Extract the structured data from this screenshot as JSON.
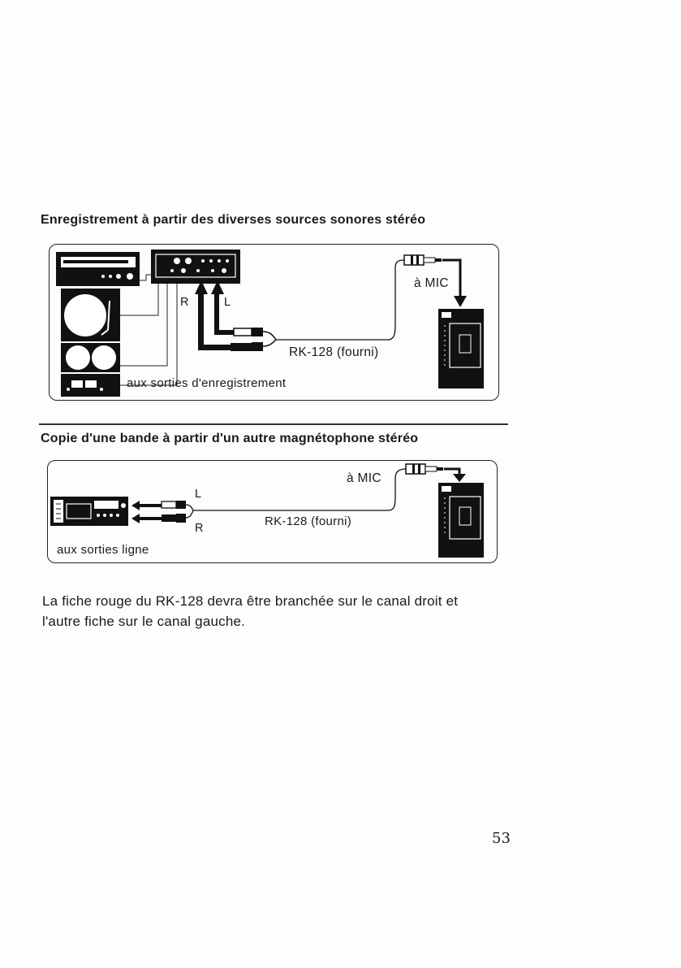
{
  "section1": {
    "title": "Enregistrement à partir des diverses sources sonores stéréo",
    "label_r": "R",
    "label_l": "L",
    "label_mic": "à MIC",
    "label_cable": "RK-128 (fourni)",
    "label_outputs": "aux sorties d'enregistrement"
  },
  "section2": {
    "title": "Copie d'une bande à partir d'un autre magnétophone stéréo",
    "label_mic": "à MIC",
    "label_l": "L",
    "label_r": "R",
    "label_cable": "RK-128 (fourni)",
    "label_outputs": "aux sorties ligne"
  },
  "body": {
    "line1": "La fiche rouge du RK-128 devra être branchée sur le canal droit et",
    "line2": "l'autre fiche sur le canal gauche."
  },
  "page_number": "53"
}
